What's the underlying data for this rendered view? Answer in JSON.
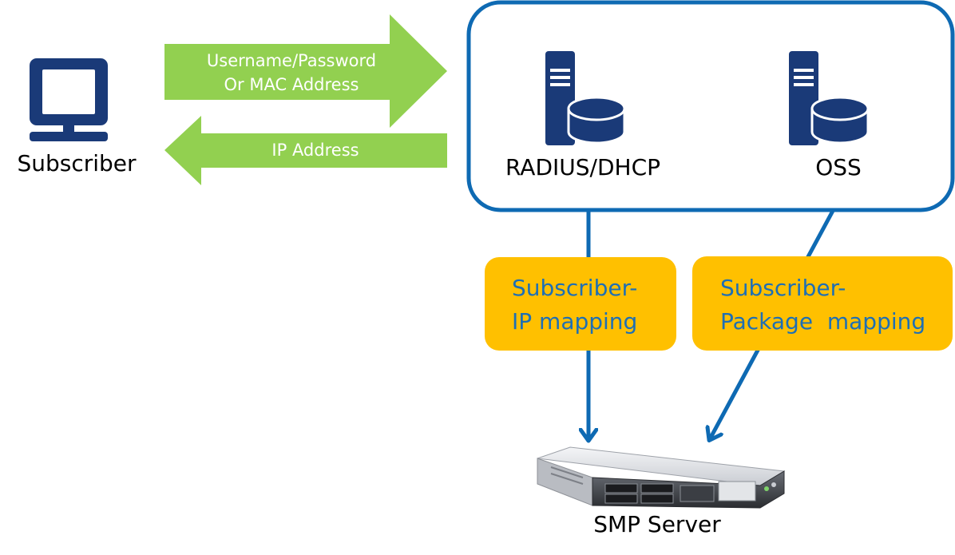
{
  "subscriber": {
    "label": "Subscriber",
    "icon": "computer-monitor-icon"
  },
  "request_arrow": {
    "line1": "Username/Password",
    "line2": "Or MAC Address"
  },
  "response_arrow": {
    "text": "IP Address"
  },
  "backend": {
    "radius": {
      "label": "RADIUS/DHCP",
      "icon": "database-server-icon"
    },
    "oss": {
      "label": "OSS",
      "icon": "database-server-icon"
    }
  },
  "mappings": {
    "ip": {
      "line1": "Subscriber-",
      "line2": "IP mapping"
    },
    "package": {
      "line1": "Subscriber-",
      "line2": "Package  mapping"
    }
  },
  "smp": {
    "label": "SMP Server",
    "icon": "rack-server-icon"
  },
  "colors": {
    "arrow_green": "#92d050",
    "box_blue": "#0e6ab3",
    "icon_navy": "#1a3a78",
    "mapping_gold": "#ffc000",
    "mapping_text": "#1e6fb5"
  }
}
